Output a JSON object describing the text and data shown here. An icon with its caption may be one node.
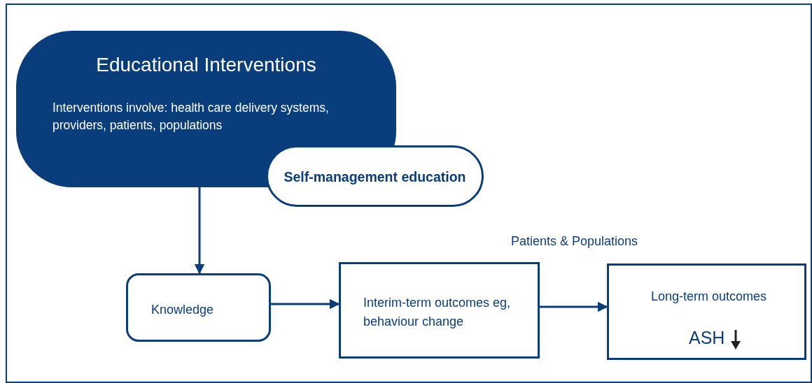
{
  "diagram": {
    "nodes": [
      {
        "text": [
          "Educational Interventions",
          "Interventions involve: health care delivery systems, providers, patients, populations"
        ]
      },
      {
        "text": [
          "Self-management education"
        ]
      },
      {
        "text": [
          "Knowledge"
        ]
      },
      {
        "text": [
          "Interim-term outcomes eg, behaviour change"
        ]
      },
      {
        "text": [
          "Long-term outcomes",
          "ASH"
        ]
      }
    ],
    "edges": [
      {
        "from": 0,
        "to": 2,
        "arrow": "to"
      },
      {
        "from": 2,
        "to": 3,
        "arrow": "to"
      },
      {
        "from": 3,
        "to": 4,
        "arrow": "to"
      }
    ],
    "labels": [
      "Patients & Populations"
    ]
  }
}
